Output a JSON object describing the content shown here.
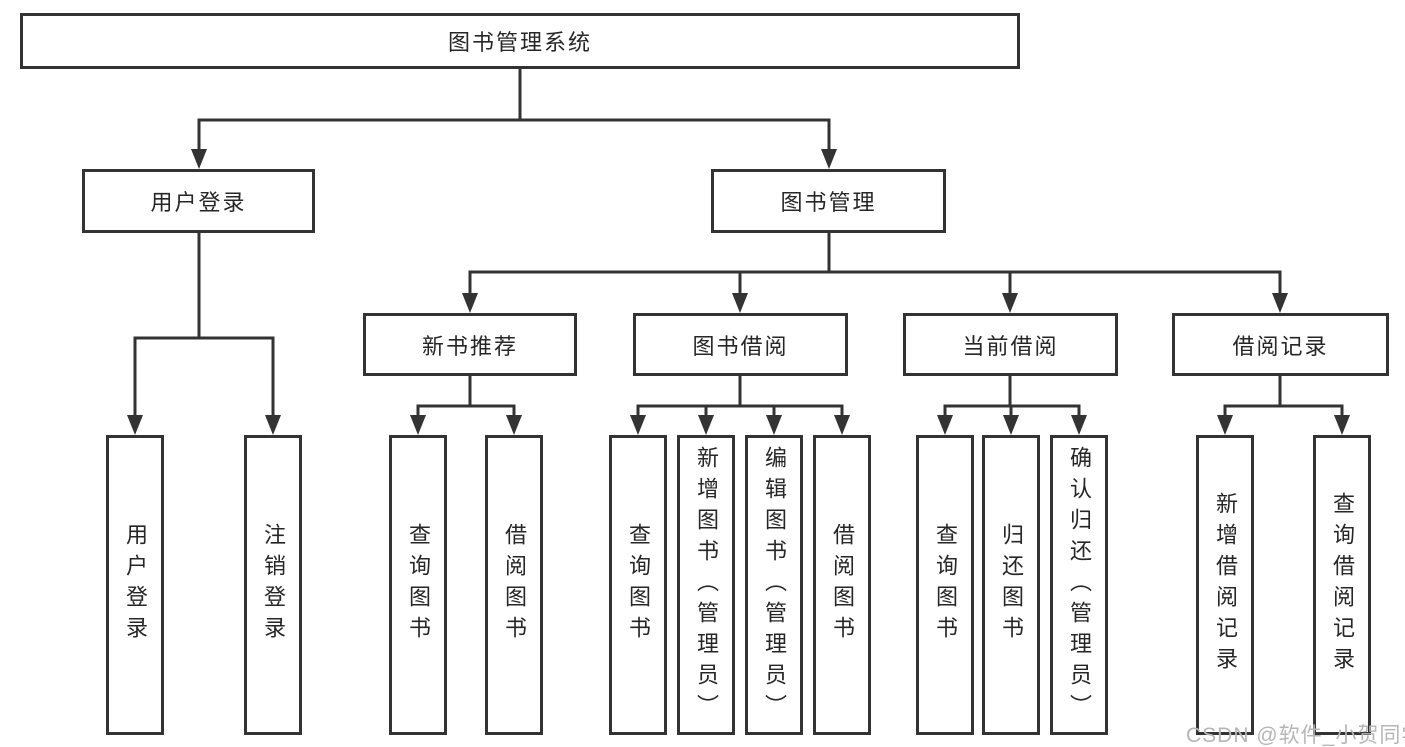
{
  "diagram_title": "图书管理系统",
  "nodes": {
    "root": "图书管理系统",
    "level2": [
      "用户登录",
      "图书管理"
    ],
    "level3": [
      "新书推荐",
      "图书借阅",
      "当前借阅",
      "借阅记录"
    ],
    "login_children": [
      "用户登录",
      "注销登录"
    ],
    "recommend_children": [
      "查询图书",
      "借阅图书"
    ],
    "borrow_children": [
      "查询图书",
      "新增图书（管理员）",
      "编辑图书（管理员）",
      "借阅图书"
    ],
    "current_children": [
      "查询图书",
      "归还图书",
      "确认归还（管理员）"
    ],
    "record_children": [
      "新增借阅记录",
      "查询借阅记录"
    ]
  },
  "watermark": "CSDN @软件_小贺同学",
  "colors": {
    "line": "#333333",
    "text": "#262626",
    "watermark": "#b6b6b6",
    "background": "#ffffff"
  }
}
